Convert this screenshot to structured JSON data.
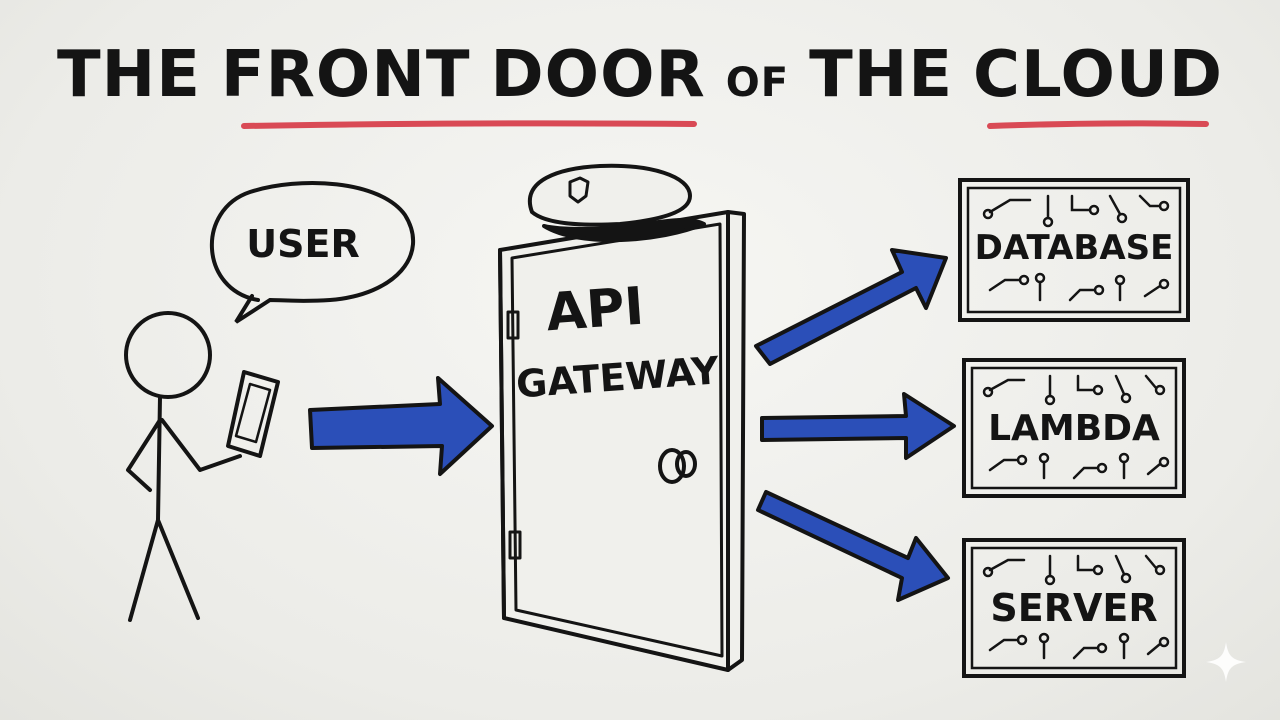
{
  "title": {
    "w1": "THE",
    "w2": "FRONT",
    "w3": "DOOR",
    "w4": "OF",
    "w5": "THE",
    "w6": "CLOUD"
  },
  "user": {
    "label": "USER"
  },
  "gateway": {
    "line1": "API",
    "line2": "GATEWAY"
  },
  "targets": [
    {
      "label": "DATABASE"
    },
    {
      "label": "LAMBDA"
    },
    {
      "label": "SERVER"
    }
  ],
  "colors": {
    "ink": "#141414",
    "arrow_blue": "#2b4fb8",
    "underline_red": "#d94a55"
  }
}
